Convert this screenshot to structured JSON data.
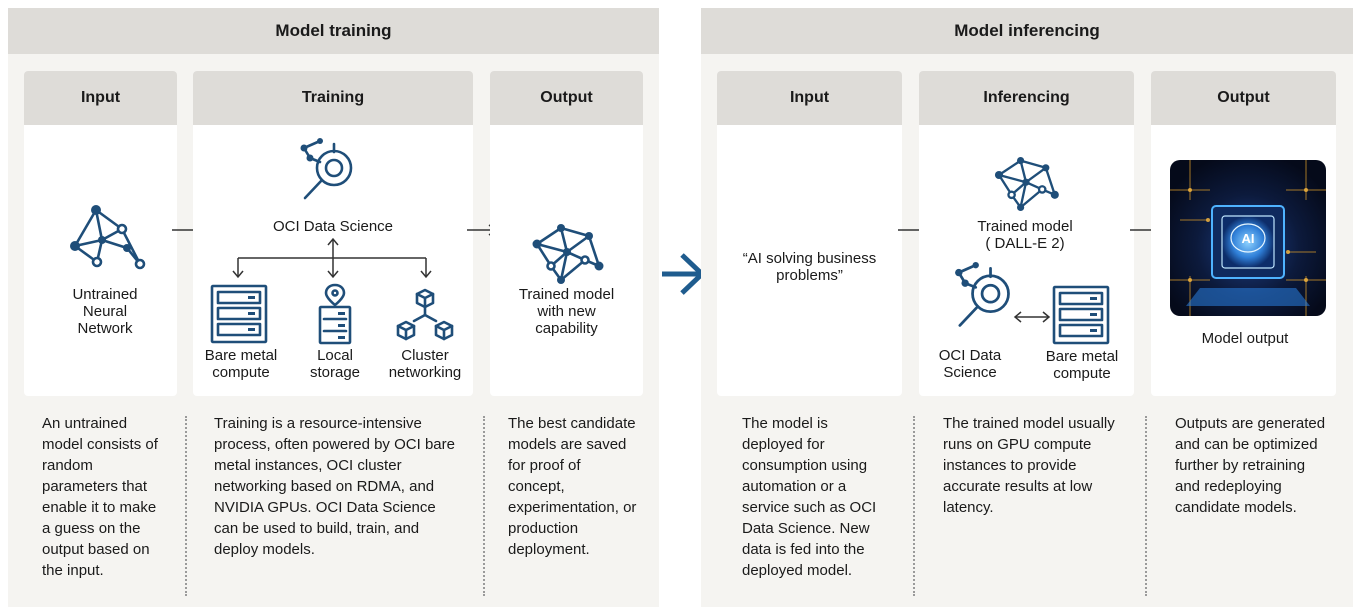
{
  "training": {
    "title": "Model training",
    "input": {
      "header": "Input",
      "label": "Untrained Neural Network",
      "description": "An untrained model consists of random parameters that enable it to make a guess on the output based on the input."
    },
    "training": {
      "header": "Training",
      "data_science_label": "OCI Data Science",
      "bare_metal_label": "Bare metal compute",
      "local_storage_label": "Local storage",
      "cluster_label": "Cluster networking",
      "description": "Training is a resource-intensive process, often powered by OCI bare metal instances, OCI cluster networking based on RDMA, and NVIDIA GPUs. OCI Data Science can be used to build, train, and deploy models."
    },
    "output": {
      "header": "Output",
      "label": "Trained model with new capability",
      "description": "The best candidate models are saved for proof of concept, experimentation, or production deployment."
    }
  },
  "inferencing": {
    "title": "Model inferencing",
    "input": {
      "header": "Input",
      "quote": "“AI solving business problems”",
      "description": "The model is deployed for consumption using automation or a service such as OCI Data Science. New data is fed into the deployed model."
    },
    "inferencing": {
      "header": "Inferencing",
      "trained_model_label": "Trained model",
      "model_name": "( DALL-E 2)",
      "data_science_label": "OCI Data Science",
      "bare_metal_label": "Bare metal compute",
      "description": "The trained model usually runs on GPU compute instances to provide accurate results at low latency."
    },
    "output": {
      "header": "Output",
      "label": "Model output",
      "chip_label": "AI",
      "description": "Outputs are generated and can be optimized further by retraining and redeploying candidate models."
    }
  },
  "colors": {
    "icon": "#1f4e79",
    "big_arrow": "#1f5c8e",
    "header_bg": "#dedcd8",
    "panel_bg": "#f5f4f1"
  }
}
